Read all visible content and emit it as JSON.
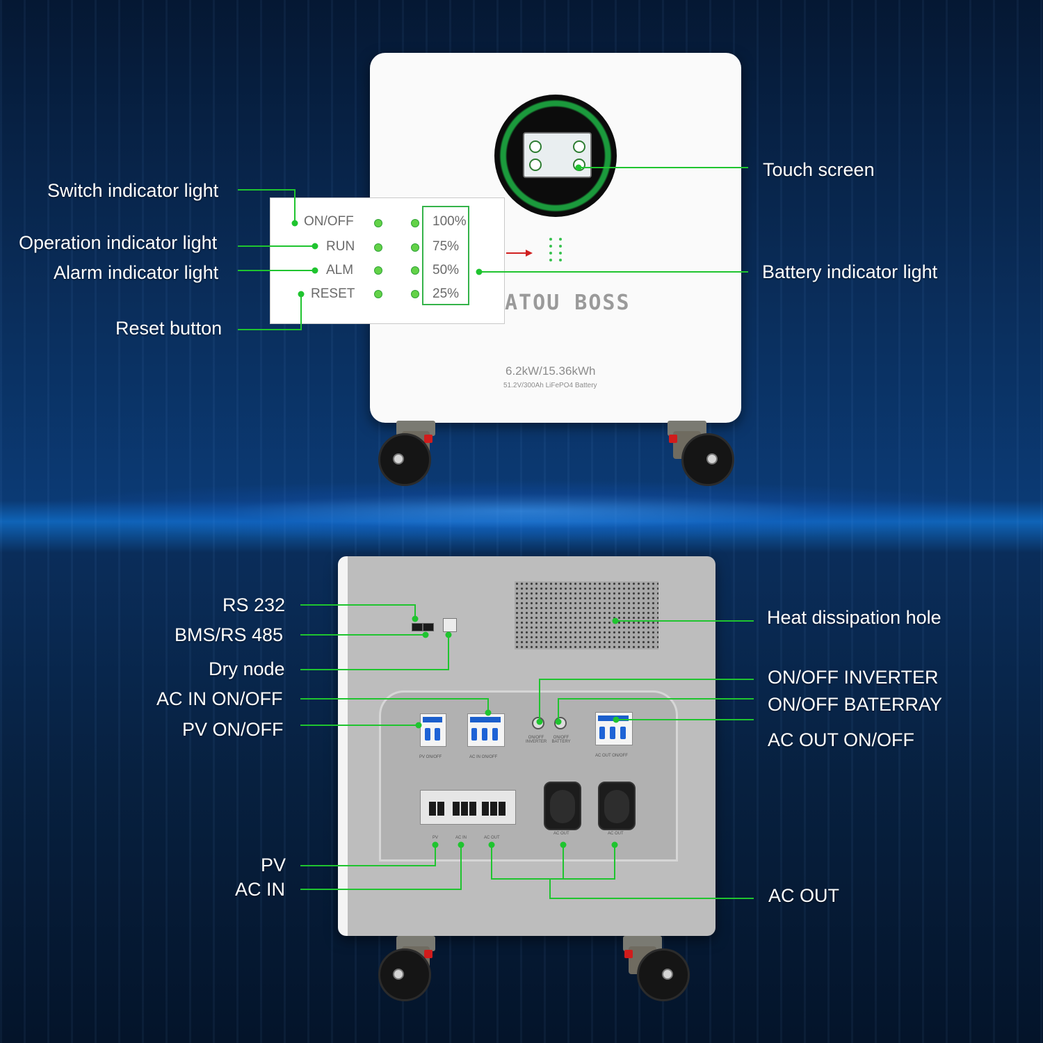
{
  "front": {
    "brand": "ATOU BOSS",
    "spec_power": "6.2kW/15.36kWh",
    "spec_battery": "51.2V/300Ah LiFePO4 Battery",
    "labels": {
      "switch_indicator": "Switch indicator light",
      "operation_indicator": "Operation indicator light",
      "alarm_indicator": "Alarm indicator light",
      "reset_button": "Reset button",
      "touch_screen": "Touch screen",
      "battery_indicator": "Battery indicator light"
    },
    "panel": {
      "rows": [
        {
          "name": "ON/OFF",
          "pct": "100%"
        },
        {
          "name": "RUN",
          "pct": "75%"
        },
        {
          "name": "ALM",
          "pct": "50%"
        },
        {
          "name": "RESET",
          "pct": "25%"
        }
      ]
    }
  },
  "rear": {
    "labels": {
      "rs232": "RS 232",
      "bms_rs485": "BMS/RS 485",
      "dry_node": "Dry node",
      "ac_in_onoff": "AC IN ON/OFF",
      "pv_onoff": "PV ON/OFF",
      "heat_hole": "Heat dissipation hole",
      "onoff_inverter": "ON/OFF INVERTER",
      "onoff_battery": "ON/OFF BATERRAY",
      "ac_out_onoff": "AC OUT ON/OFF",
      "pv": "PV",
      "ac_in": "AC IN",
      "ac_out": "AC OUT"
    },
    "silk": {
      "pv_onoff": "PV ON/OFF",
      "ac_in_onoff": "AC IN ON/OFF",
      "onoff_inverter": "ON/OFF INVERTER",
      "onoff_battery": "ON/OFF BATTERY",
      "ac_out_onoff": "AC OUT ON/OFF",
      "pv": "PV",
      "ac_in": "AC IN",
      "ac_out_term": "AC OUT",
      "ac_out_socket1": "AC OUT",
      "ac_out_socket2": "AC OUT"
    }
  },
  "colors": {
    "callout_line": "#1fc42f",
    "callout_dot": "#1fc42f",
    "label_text": "#ffffff",
    "background_blue": "#0a2e5c"
  }
}
